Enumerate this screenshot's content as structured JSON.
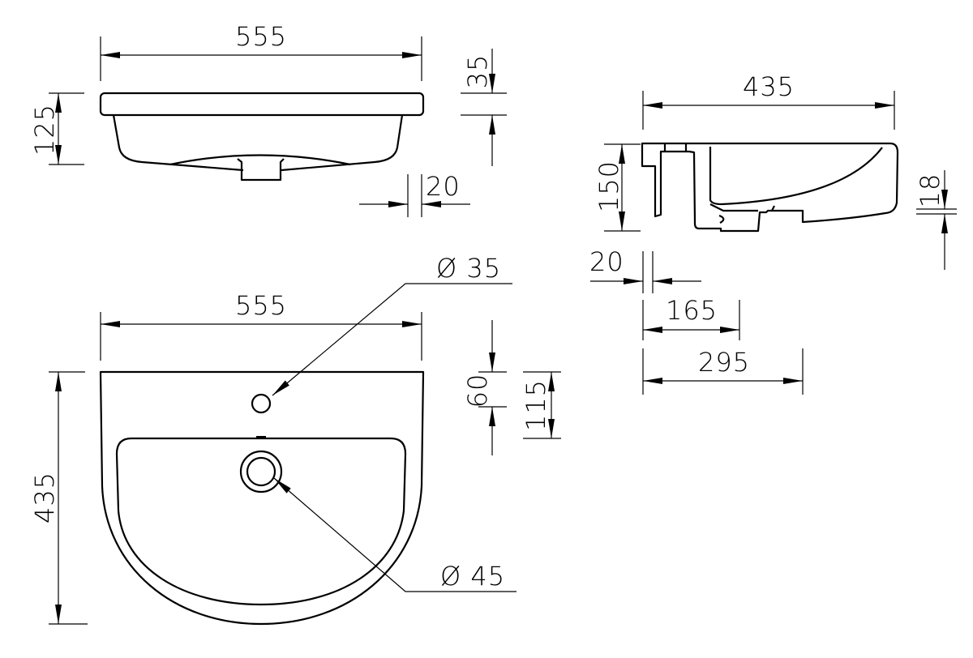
{
  "top_view": {
    "width": "555",
    "height": "125",
    "rim": "35",
    "overhang": "20"
  },
  "side_view": {
    "depth": "435",
    "height": "150",
    "bottom_offset": "18",
    "wall": "20",
    "drain_pos": "165",
    "block_depth": "295"
  },
  "plan_view": {
    "width": "555",
    "depth": "435",
    "tap_hole": "Ø 35",
    "drain_hole": "Ø 45",
    "tap_offset": "60",
    "bowl_offset": "115"
  }
}
